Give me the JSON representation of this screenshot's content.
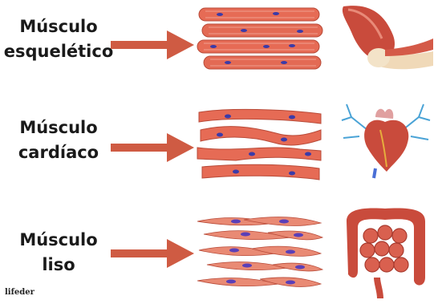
{
  "rows": [
    {
      "line1": "Músculo",
      "line2": "esquelético"
    },
    {
      "line1": "Músculo",
      "line2": "cardíaco"
    },
    {
      "line1": "Músculo",
      "line2": "liso"
    }
  ],
  "watermark": "lifeder",
  "colors": {
    "arrow": "#cf5b43",
    "fiber": "#e66b55",
    "fiber_light": "#f2a392",
    "nucleus": "#3b3ba8",
    "organ": "#c94b3c",
    "vessel": "#4aa3d6"
  },
  "icons": [
    "arrow-icon",
    "skeletal-fibers-icon",
    "elbow-muscle-icon",
    "cardiac-fibers-icon",
    "heart-icon",
    "smooth-fibers-icon",
    "intestine-icon"
  ]
}
